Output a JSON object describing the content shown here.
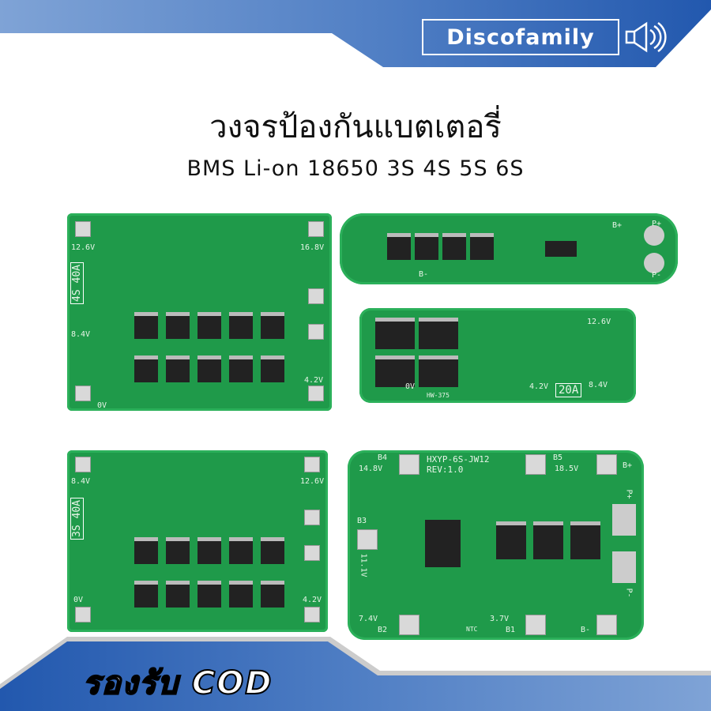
{
  "brand": {
    "name": "Discofamily",
    "icon": "speaker-icon",
    "color": "#2258ae"
  },
  "title": "วงจรป้องกันแบตเตอรี่",
  "subtitle": "BMS Li-on 18650 3S 4S 5S 6S",
  "boards": {
    "b1": {
      "rating": "4S 40A",
      "labels": [
        "12.6V",
        "16.8V",
        "8.4V",
        "4.2V",
        "0V"
      ]
    },
    "b2": {
      "labels": [
        "B-",
        "B+",
        "P+",
        "P-"
      ]
    },
    "b3": {
      "rating": "20A",
      "labels": [
        "12.6V",
        "8.4V",
        "0V",
        "4.2V",
        "HW-375"
      ]
    },
    "b4": {
      "rating": "3S 40A",
      "labels": [
        "8.4V",
        "12.6V",
        "0V",
        "4.2V"
      ]
    },
    "b5": {
      "model": "HXYP-6S-JW12",
      "rev": "REV:1.0",
      "labels": [
        "B4",
        "14.8V",
        "B5",
        "18.5V",
        "B+",
        "B3",
        "11.1V",
        "7.4V",
        "B2",
        "3.7V",
        "B1",
        "B-",
        "NTC",
        "P+",
        "P-"
      ]
    }
  },
  "footer": {
    "cod": "รองรับ COD"
  }
}
